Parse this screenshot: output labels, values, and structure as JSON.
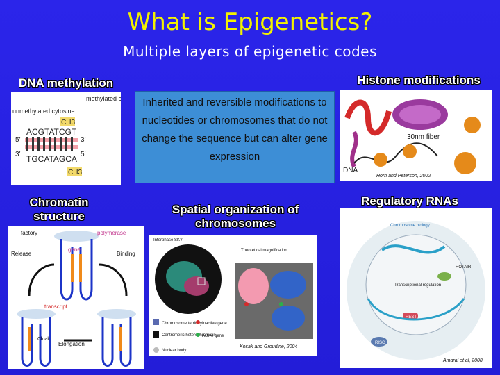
{
  "title": "What is Epigenetics?",
  "subtitle": "Multiple layers of epigenetic codes",
  "definition": "Inherited and reversible modifications to nucleotides or chromosomes that do not change the sequence but can alter gene expression",
  "sections": {
    "dna_methylation": {
      "heading": "DNA methylation",
      "labels": {
        "unmethylated": "unmethylated cytosine",
        "methylated": "methylated cytosine",
        "ch3_top": "CH3",
        "ch3_bottom": "CH3",
        "strand_top": "ACGTATCGT",
        "strand_bottom": "TGCATAGCA",
        "p5_top": "5′",
        "p3_top": "3′",
        "p3_bottom": "3′",
        "p5_bottom": "5′"
      }
    },
    "histone": {
      "heading": "Histone modifications",
      "fiber_label": "30nm fiber",
      "dna_label": "DNA",
      "citation": "Horn and Peterson, 2002"
    },
    "chromatin": {
      "heading": "Chromatin structure",
      "labels": {
        "factory": "factory",
        "polymerase": "polymerase",
        "release": "Release",
        "gene": "gene",
        "binding": "Binding",
        "transcript": "transcript",
        "elongation": "Elongation",
        "cloak": "Cloak"
      }
    },
    "spatial": {
      "heading": "Spatial organization of chromosomes",
      "labels": {
        "interphase": "Interphase SKY",
        "magnification": "Theoretical magnification",
        "territory": "Chromosome territory",
        "inactive": "Inactive gene",
        "centromeric": "Centromeric heterochromatin",
        "active": "Active gene",
        "nuclear_body": "Nuclear body"
      },
      "citation": "Kosak and Groudine, 2004"
    },
    "rna": {
      "heading": "Regulatory  RNAs",
      "labels": {
        "biology": "Chromosome biology",
        "hotair": "HOTAIR",
        "regulation": "Transcriptional regulation",
        "rest": "REST",
        "risc": "RISC"
      },
      "citation": "Amaral et al, 2008"
    }
  }
}
